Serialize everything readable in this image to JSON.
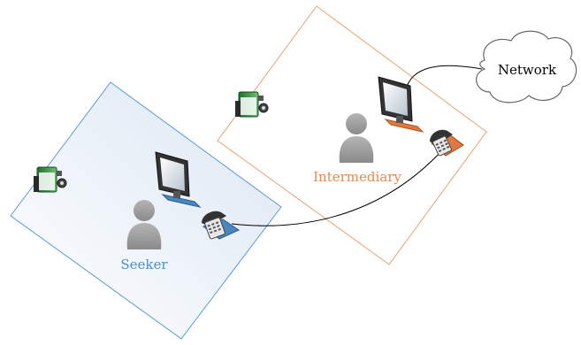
{
  "labels": {
    "seeker": "Seeker",
    "intermediary": "Intermediary",
    "network": "Network"
  },
  "colors": {
    "seeker_accent": "#4a90c8",
    "intermediary_accent": "#e8884a",
    "connector_line": "#000000",
    "person_gray": "#9b9b9b",
    "camera_green": "#2e8b3a"
  },
  "icons": [
    "computer-monitor-icon",
    "telephone-icon",
    "person-icon",
    "video-camera-icon",
    "network-cloud-icon"
  ]
}
